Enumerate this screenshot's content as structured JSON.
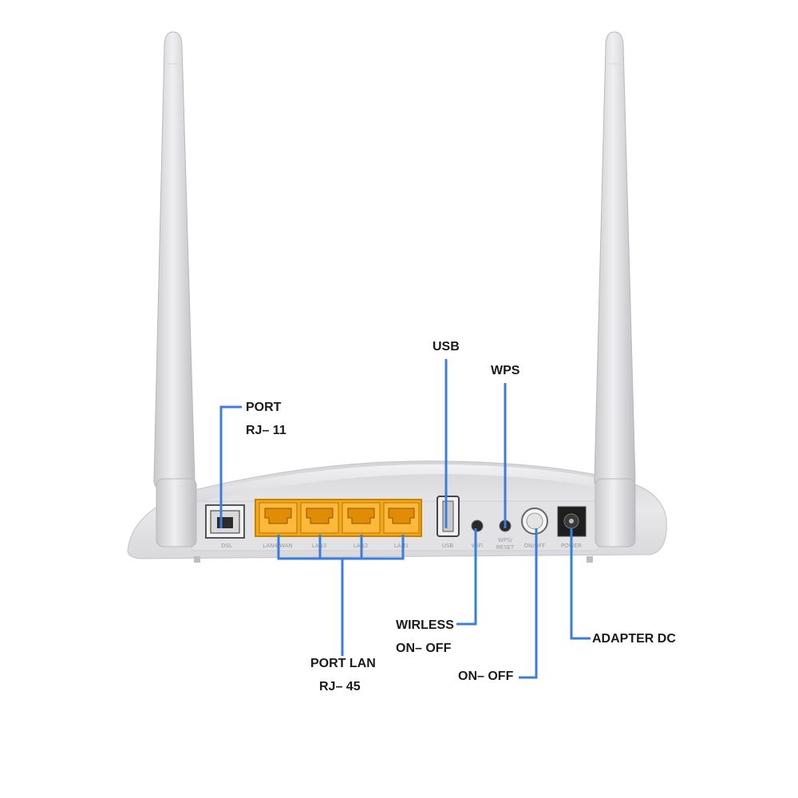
{
  "router": {
    "port_labels": {
      "dsl": "DSL",
      "lan4_wan": "LAN4/WAN",
      "lan3": "LAN3",
      "lan2": "LAN2",
      "lan1": "LAN1",
      "usb": "USB",
      "wifi": "WiFi",
      "wps_reset_1": "WPS/",
      "wps_reset_2": "RESET",
      "on_off": "ON/OFF",
      "power": "POWER"
    }
  },
  "callouts": {
    "port_rj11": {
      "line1": "PORT",
      "line2": "RJ– 11"
    },
    "usb": {
      "line1": "USB"
    },
    "wps": {
      "line1": "WPS"
    },
    "wireless": {
      "line1": "WIRLESS",
      "line2": "ON– OFF"
    },
    "port_lan": {
      "line1": "PORT LAN",
      "line2": "RJ– 45"
    },
    "on_off": {
      "line1": "ON– OFF"
    },
    "adapter_dc": {
      "line1": "ADAPTER DC"
    }
  },
  "colors": {
    "leader_line": "#3b7ddd",
    "body": "#e6e6e8",
    "lan_port": "#f3a71a",
    "text": "#1a1a1a"
  }
}
